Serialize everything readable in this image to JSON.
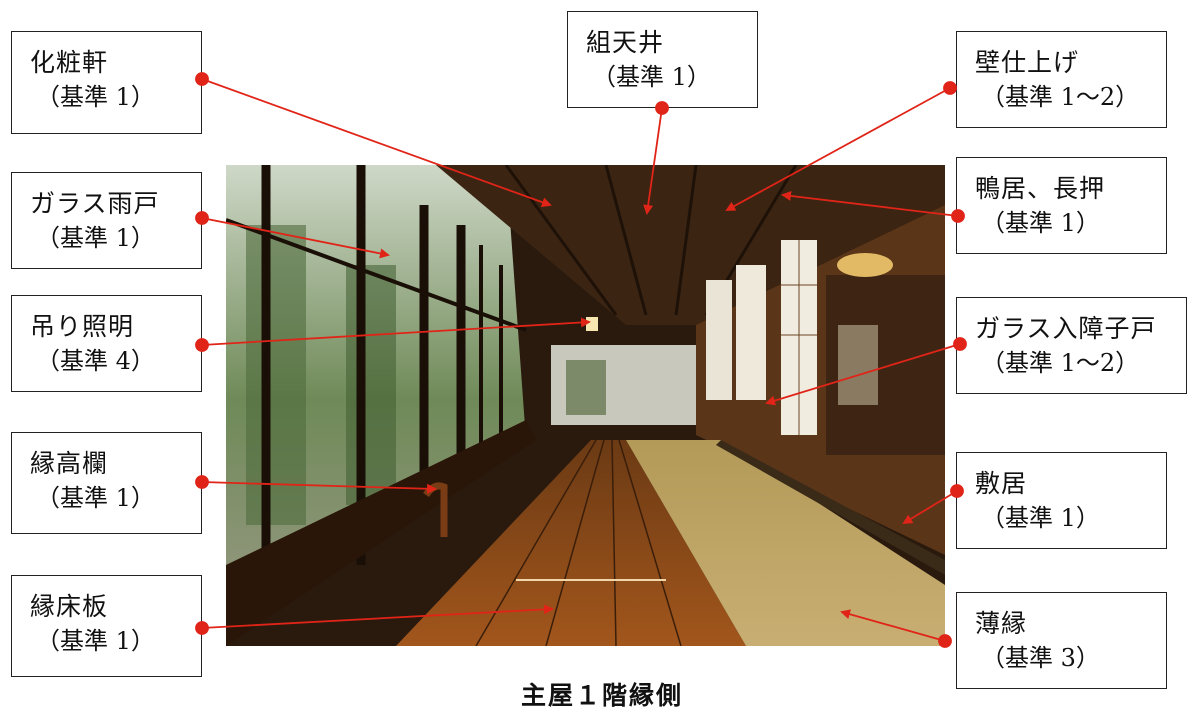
{
  "caption": "主屋１階縁側",
  "accent_color": "#e02418",
  "photo": {
    "subject": "engawa-corridor-photo"
  },
  "labels": {
    "kesho_noki": {
      "name": "化粧軒",
      "criterion": "（基準 1）"
    },
    "kumi_tenjo": {
      "name": "組天井",
      "criterion": "（基準 1）"
    },
    "kabe_shiage": {
      "name": "壁仕上げ",
      "criterion": "（基準 1〜2）"
    },
    "glass_amado": {
      "name": "ガラス雨戸",
      "criterion": "（基準 1）"
    },
    "kamoi_nageshi": {
      "name": "鴨居、長押",
      "criterion": "（基準 1）"
    },
    "tsuri_shomei": {
      "name": "吊り照明",
      "criterion": "（基準 4）"
    },
    "glass_shojido": {
      "name": "ガラス入障子戸",
      "criterion": "（基準 1〜2）"
    },
    "en_takaran": {
      "name": "縁高欄",
      "criterion": "（基準 1）"
    },
    "shikii": {
      "name": "敷居",
      "criterion": "（基準 1）"
    },
    "en_yukaita": {
      "name": "縁床板",
      "criterion": "（基準 1）"
    },
    "usuberi": {
      "name": "薄縁",
      "criterion": "（基準 3）"
    }
  }
}
